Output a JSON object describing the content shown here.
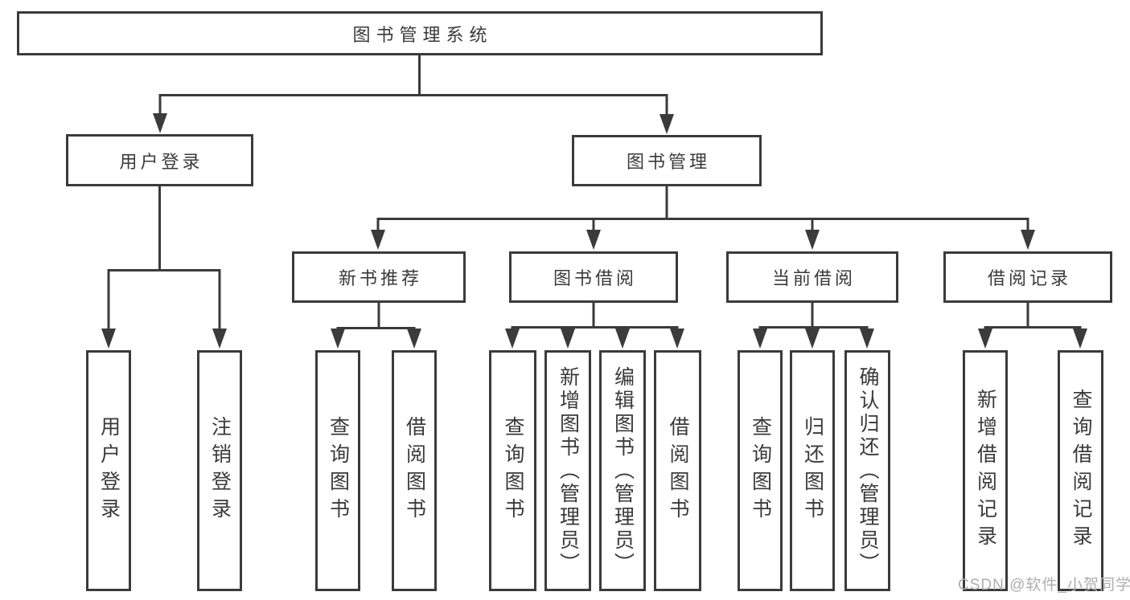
{
  "tree": {
    "root": "图书管理系统",
    "user_login_branch": {
      "label": "用户登录",
      "children": [
        "用户登录",
        "注销登录"
      ]
    },
    "book_mgmt_branch": {
      "label": "图书管理",
      "sections": [
        {
          "label": "新书推荐",
          "children": [
            "查询图书",
            "借阅图书"
          ]
        },
        {
          "label": "图书借阅",
          "children": [
            "查询图书",
            "新增图书（管理员）",
            "编辑图书（管理员）",
            "借阅图书"
          ]
        },
        {
          "label": "当前借阅",
          "children": [
            "查询图书",
            "归还图书",
            "确认归还（管理员）"
          ]
        },
        {
          "label": "借阅记录",
          "children": [
            "新增借阅记录",
            "查询借阅记录"
          ]
        }
      ]
    }
  },
  "watermark": "CSDN @软件_小贺同学"
}
